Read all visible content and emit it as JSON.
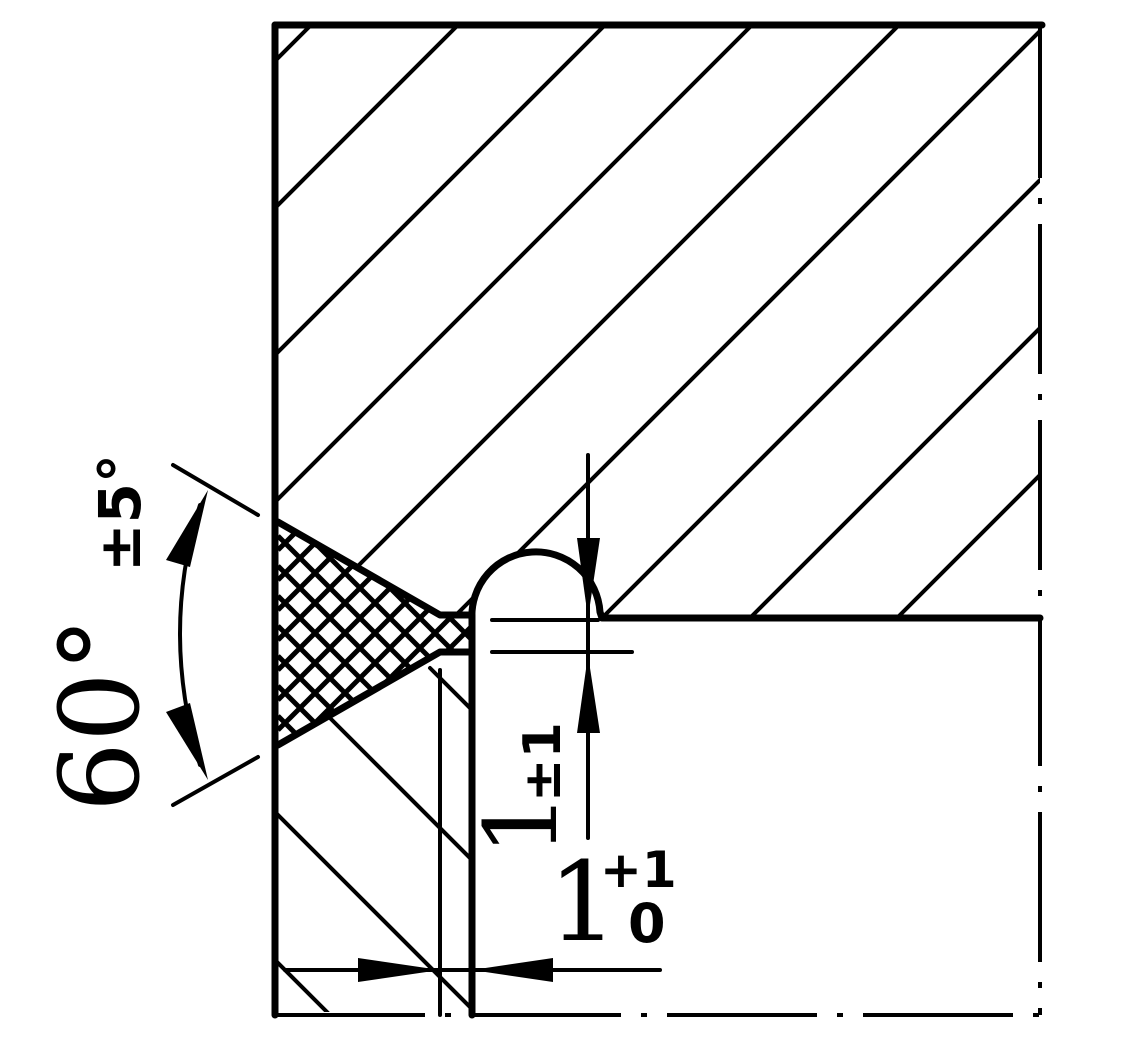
{
  "drawing": {
    "angle_dimension": {
      "value": "60°",
      "tolerance": "±5°"
    },
    "gap_dimension": {
      "value": "1",
      "upper_tolerance": "+1",
      "lower_tolerance": "0"
    },
    "depth_dimension": {
      "value": "1",
      "tolerance": "±1"
    },
    "colors": {
      "line": "#000000",
      "background": "#ffffff"
    }
  }
}
